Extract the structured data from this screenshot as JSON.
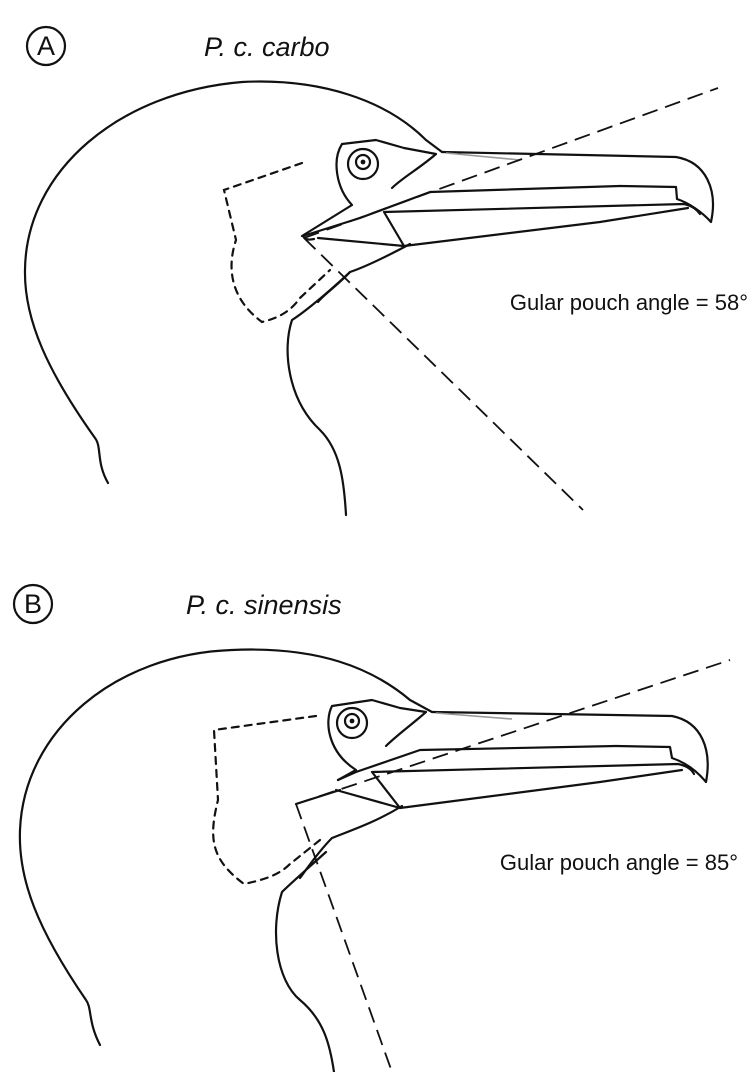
{
  "panels": [
    {
      "letter": "A",
      "taxon": "P. c. carbo",
      "angle_label": "Gular pouch angle = 58°",
      "angle_degrees": 58
    },
    {
      "letter": "B",
      "taxon": "P. c. sinensis",
      "angle_label": "Gular pouch angle = 85°",
      "angle_degrees": 85
    }
  ]
}
